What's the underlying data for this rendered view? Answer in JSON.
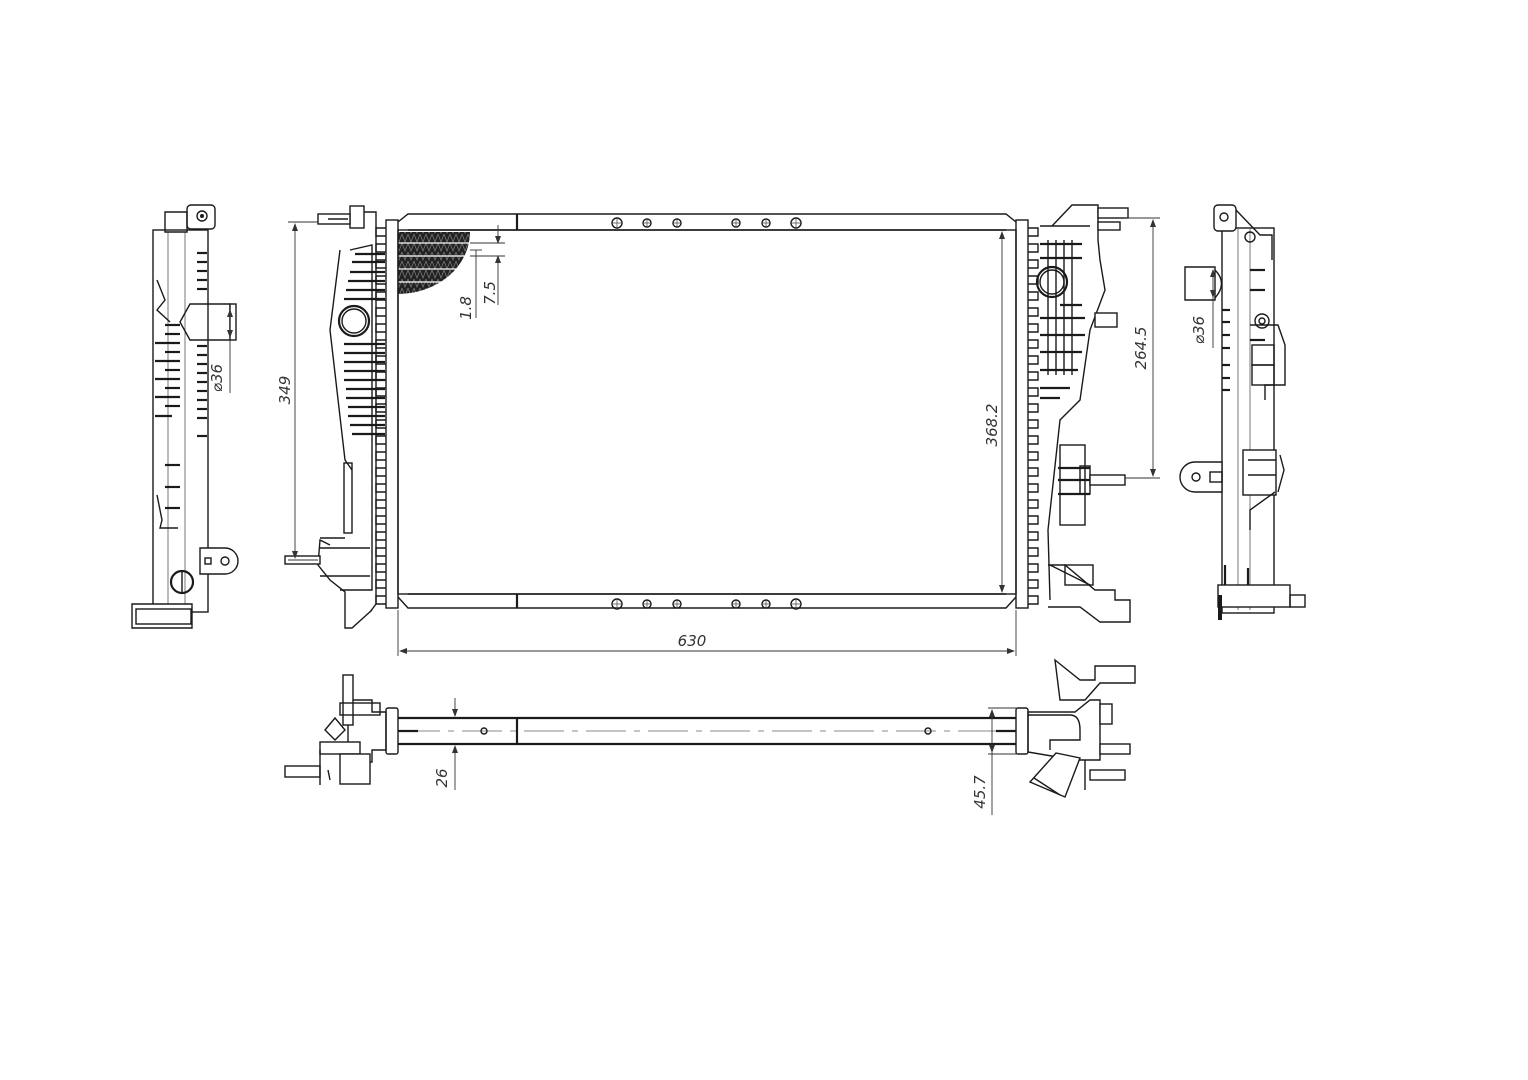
{
  "drawing": {
    "subject": "Radiator technical drawing",
    "views": [
      "left-side-view",
      "front-view",
      "right-side-view",
      "top-view"
    ]
  },
  "dimensions": {
    "overall_width": "630",
    "core_height_left": "349",
    "core_height_right": "368.2",
    "fin_pitch": "7.5",
    "tube_pitch": "1.8",
    "outlet_left_diameter": "⌀36",
    "outlet_right_diameter": "⌀36",
    "mount_spacing_right": "264.5",
    "core_depth": "26",
    "tank_depth": "45.7"
  },
  "colors": {
    "line": "#1a1a1a",
    "dimension": "#333333",
    "centerline": "#888888",
    "background": "#ffffff"
  }
}
